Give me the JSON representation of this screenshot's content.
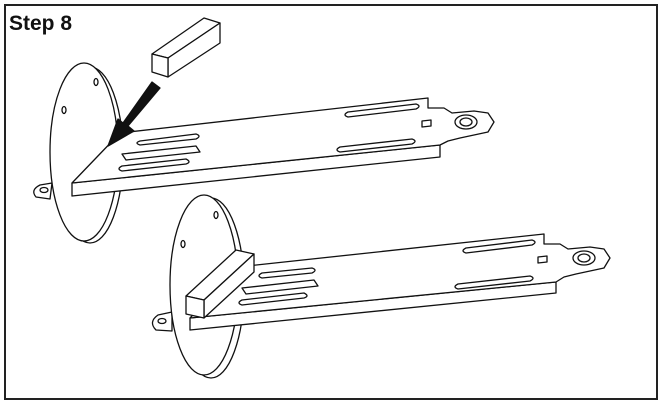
{
  "step": {
    "title": "Step 8"
  },
  "colors": {
    "line": "#111111",
    "fill": "#ffffff",
    "arrow": "#111111"
  },
  "illustration": {
    "top_assembly": "before",
    "bottom_assembly": "after",
    "arrow_icon": "arrow-down-left-icon",
    "part": "rectangular-block"
  }
}
